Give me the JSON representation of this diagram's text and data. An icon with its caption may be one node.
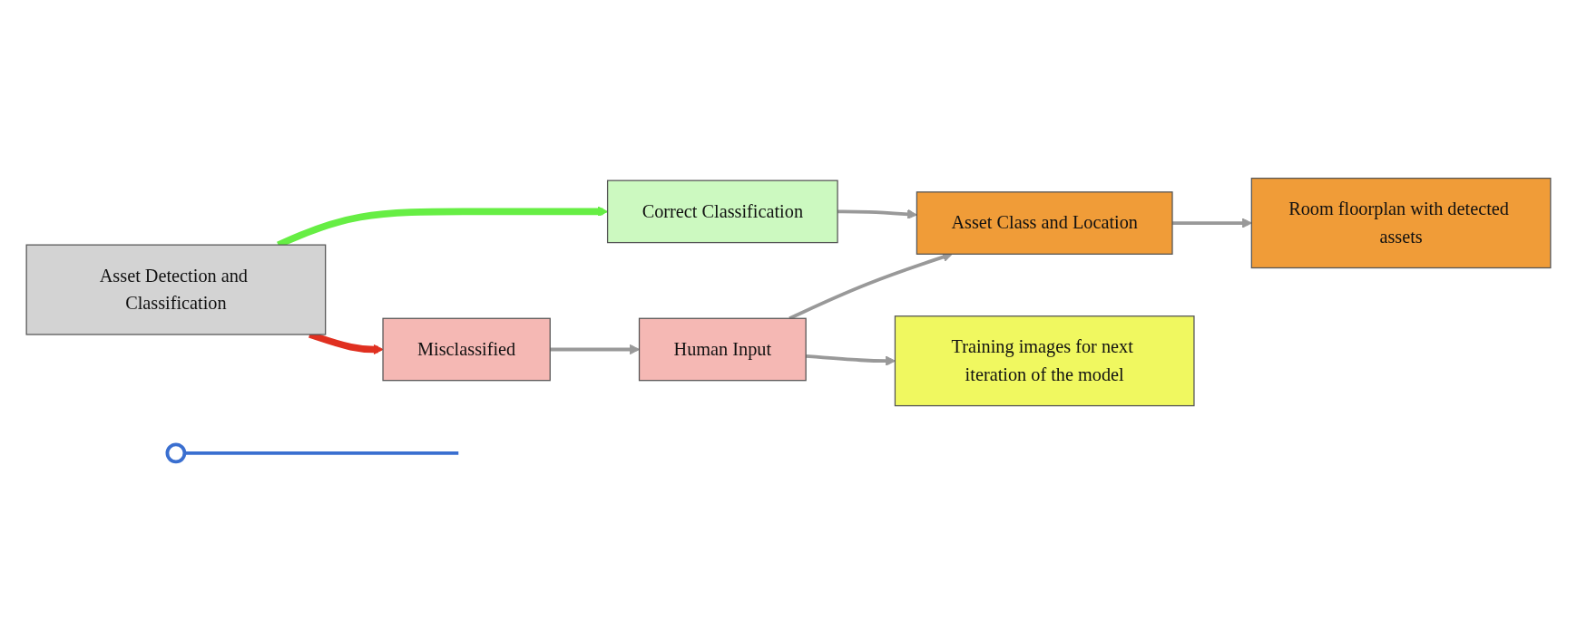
{
  "diagram": {
    "nodes": [
      {
        "text": [
          "Asset Detection and Classification"
        ]
      },
      {
        "text": [
          "Correct Classification"
        ]
      },
      {
        "text": [
          "Human Input"
        ]
      },
      {
        "text": [
          "Misclassified"
        ]
      },
      {
        "text": [
          "Asset Class and Location"
        ]
      },
      {
        "text": [
          "Room floorplan with detected assets"
        ]
      },
      {
        "text": [
          "Training images for next iteration of the model"
        ]
      },
      {
        "text": [],
        "shape": "circle"
      }
    ],
    "edges": [
      {
        "from": 0,
        "to": 1,
        "arrow": "to",
        "style": "thick",
        "color": "#66ee44"
      },
      {
        "from": 0,
        "to": 3,
        "arrow": "to",
        "style": "thick",
        "color": "#e03020"
      },
      {
        "from": 1,
        "to": 4,
        "arrow": "to"
      },
      {
        "from": 4,
        "to": 5,
        "arrow": "to"
      },
      {
        "from": 3,
        "to": 2,
        "arrow": "to"
      },
      {
        "from": 2,
        "to": 4,
        "arrow": "to"
      },
      {
        "from": 2,
        "to": 6,
        "arrow": "to"
      },
      {
        "from": 7,
        "to": null,
        "arrow": "none",
        "color": "#3a6fd0"
      }
    ]
  }
}
